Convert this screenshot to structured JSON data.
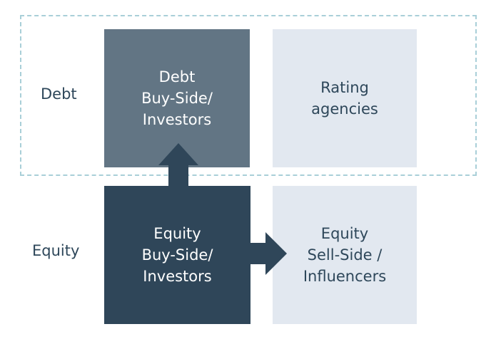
{
  "row_labels": {
    "debt": "Debt",
    "equity": "Equity"
  },
  "boxes": {
    "debt_investors": [
      "Debt",
      "Buy-Side/",
      "Investors"
    ],
    "rating_agencies": [
      "Rating",
      "agencies"
    ],
    "equity_investors": [
      "Equity",
      "Buy-Side/",
      "Investors"
    ],
    "equity_sell_side": [
      "Equity",
      "Sell-Side /",
      "Influencers"
    ]
  },
  "colors": {
    "debt_investors_fill": "#627584",
    "equity_investors_fill": "#2f4659",
    "light_fill": "#e2e8f0",
    "dashed_border": "#a9cfd8",
    "text_dark": "#2e475a",
    "arrow": "#2f4659"
  }
}
